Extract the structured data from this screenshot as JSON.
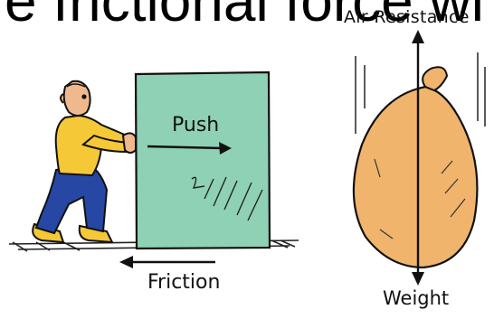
{
  "heading": "e frictional force wi",
  "labels": {
    "push": "Push",
    "friction": "Friction",
    "air_resistance": "Air Resistance",
    "weight": "Weight"
  },
  "colors": {
    "block": "#8fd1b4",
    "shirt": "#f5c838",
    "trousers": "#2647a3",
    "skin": "#f0b98d",
    "sack": "#f0b46d"
  }
}
